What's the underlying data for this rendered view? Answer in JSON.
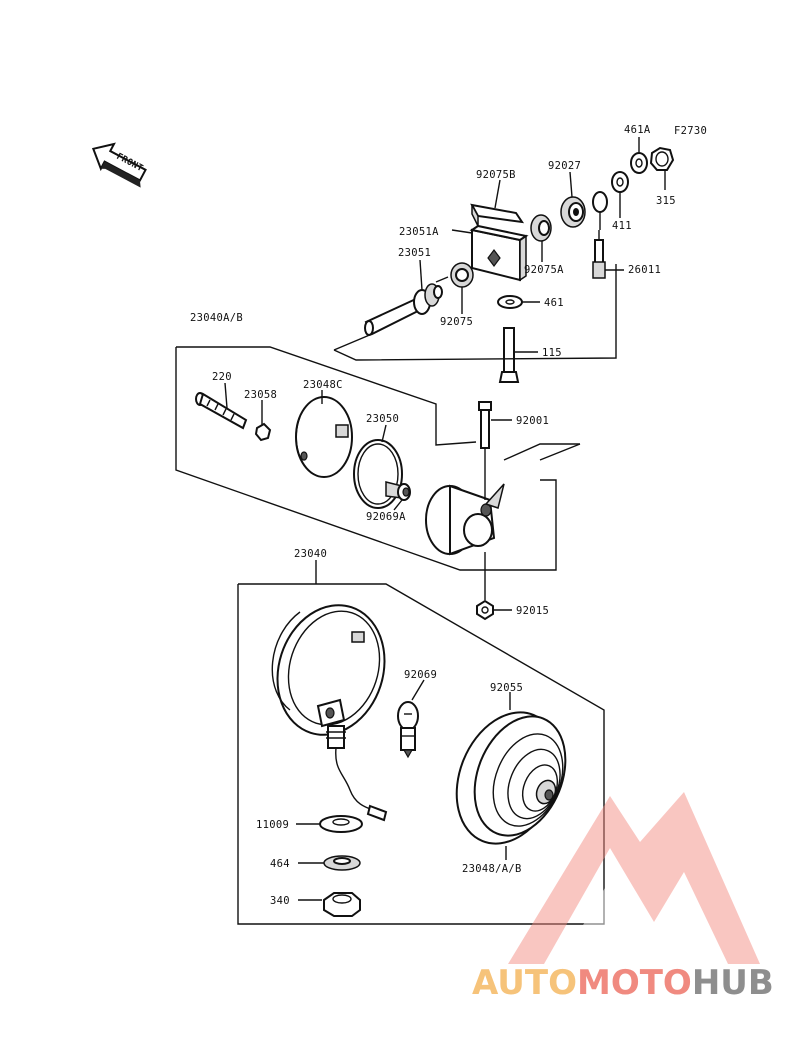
{
  "figure_code": "F2730",
  "front_label": "FRONT",
  "watermark": {
    "part1": "AUTO",
    "part2": "MOTO",
    "part3": "HUB",
    "colors": {
      "auto": "#f6c37a",
      "moto": "#f08a80",
      "hub": "#8e8e8e",
      "triangle": "#f28b82"
    }
  },
  "labels": {
    "p461A": "461A",
    "p315": "315",
    "p92027": "92027",
    "p92075B": "92075B",
    "p411": "411",
    "p23051A": "23051A",
    "p92075A": "92075A",
    "p26011": "26011",
    "p23051": "23051",
    "p461": "461",
    "p92075": "92075",
    "p23040AB": "23040A/B",
    "p115": "115",
    "p220": "220",
    "p23058": "23058",
    "p23048C": "23048C",
    "p23050": "23050",
    "p92001": "92001",
    "p92069A": "92069A",
    "p23040": "23040",
    "p92015": "92015",
    "p92069": "92069",
    "p92055": "92055",
    "p11009": "11009",
    "p464": "464",
    "p340": "340",
    "p23048AB": "23048/A/B"
  }
}
